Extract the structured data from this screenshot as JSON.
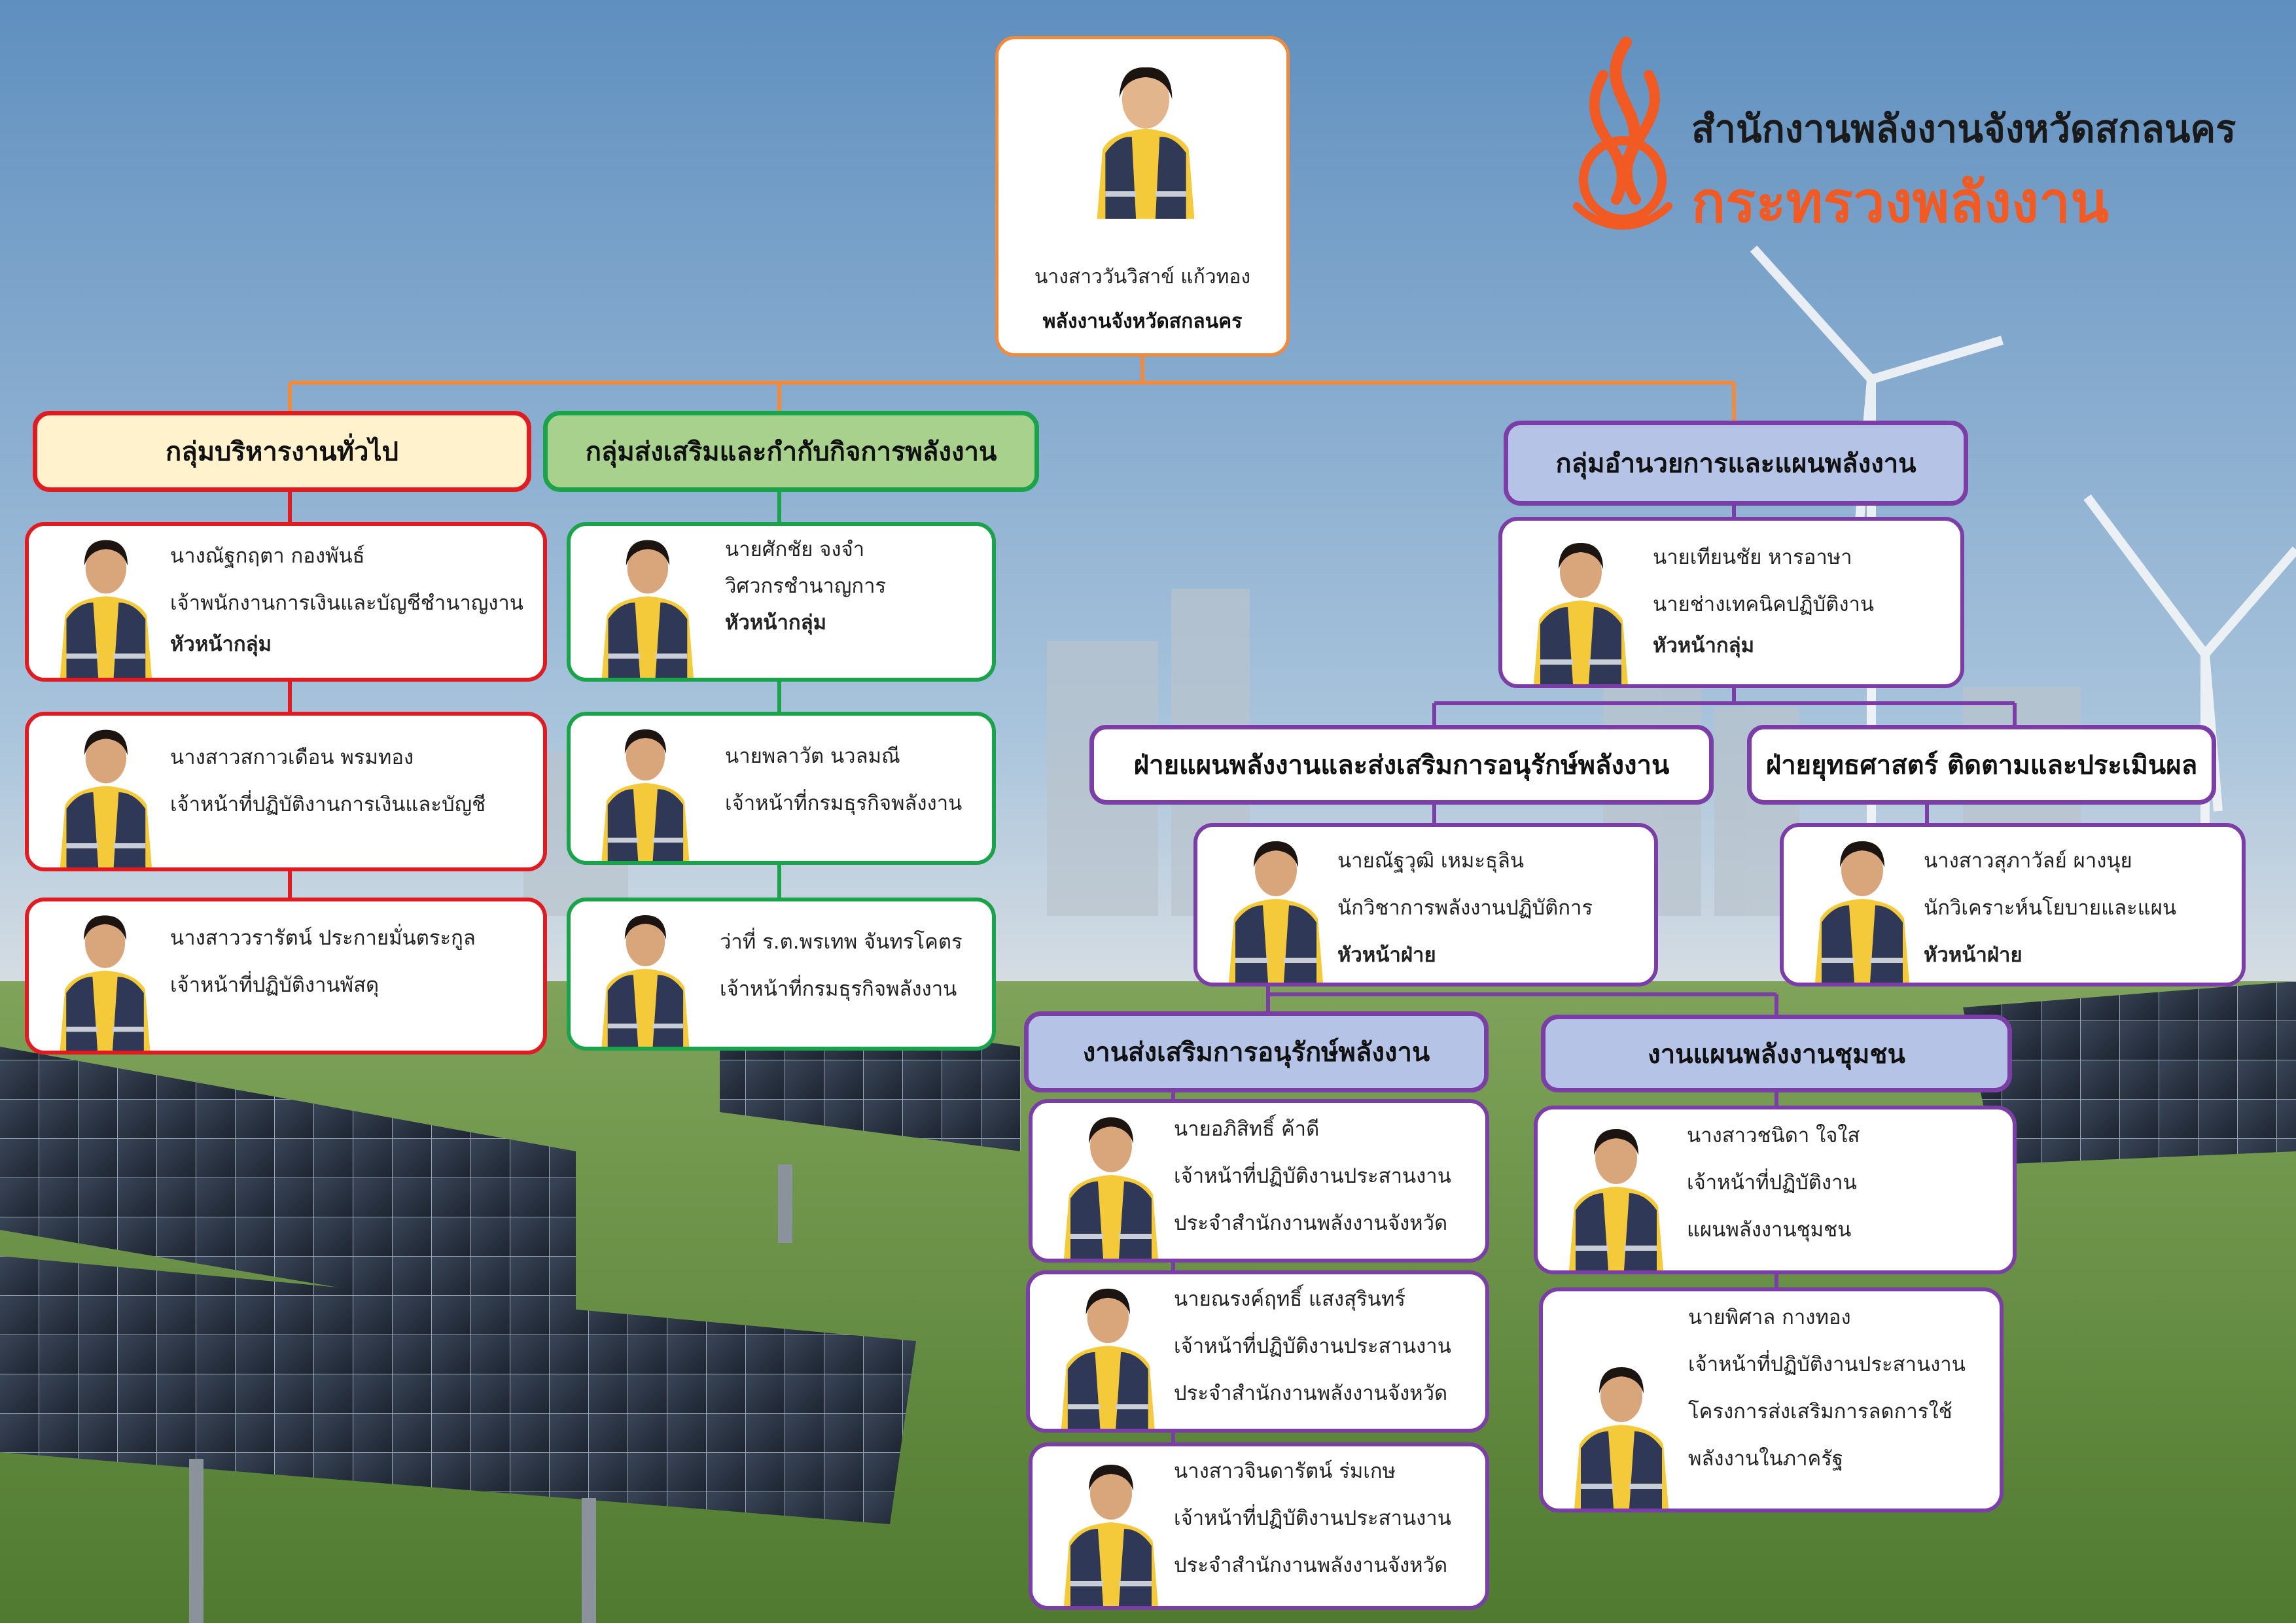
{
  "colors": {
    "accent_orange": "#f08a3c",
    "red_group": "#e01b22",
    "green_group": "#1aa34a",
    "purple_group": "#7b3ea6",
    "fill_yellow": "#fff2cc",
    "fill_green": "#a9d18e",
    "fill_lavender": "#b4c3e6"
  },
  "logo": {
    "title": "สำนักงานพลังงานจังหวัดสกลนคร",
    "subtitle": "กระทรวงพลังงาน",
    "icon": "flame-emblem-icon"
  },
  "head": {
    "name": "นางสาววันวิสาข์ แก้วทอง",
    "position": "พลังงานจังหวัดสกลนคร"
  },
  "groups": {
    "admin": {
      "title": "กลุ่มบริหารงานทั่วไป",
      "members": [
        {
          "name": "นางณัฐกฤตา กองพันธ์",
          "position": "เจ้าพนักงานการเงินและบัญชีชำนาญงาน",
          "role": "หัวหน้ากลุ่ม"
        },
        {
          "name": "นางสาวสกาวเดือน พรมทอง",
          "position": "เจ้าหน้าที่ปฏิบัติงานการเงินและบัญชี"
        },
        {
          "name": "นางสาววรารัตน์ ประกายมั่นตระกูล",
          "position": "เจ้าหน้าที่ปฏิบัติงานพัสดุ"
        }
      ]
    },
    "promotion": {
      "title": "กลุ่มส่งเสริมและกำกับกิจการพลังงาน",
      "members": [
        {
          "name": "นายศักชัย จงจำ",
          "position": "วิศวกรชำนาญการ",
          "role": "หัวหน้ากลุ่ม"
        },
        {
          "name": "นายพลาวัต นวลมณี",
          "position": "เจ้าหน้าที่กรมธุรกิจพลังงาน"
        },
        {
          "name": "ว่าที่ ร.ต.พรเทพ จันทรโคตร",
          "position": "เจ้าหน้าที่กรมธุรกิจพลังงาน"
        }
      ]
    },
    "planning": {
      "title": "กลุ่มอำนวยการและแผนพลังงาน",
      "head": {
        "name": "นายเทียนชัย หารอาษา",
        "position": "นายช่างเทคนิคปฏิบัติงาน",
        "role": "หัวหน้ากลุ่ม"
      },
      "divisions": {
        "plan_div": {
          "title": "ฝ่ายแผนพลังงานและส่งเสริมการอนุรักษ์พลังงาน",
          "head": {
            "name": "นายณัฐวุฒิ เหมะธุลิน",
            "position": "นักวิชาการพลังงานปฏิบัติการ",
            "role": "หัวหน้าฝ่าย"
          },
          "units": {
            "conserve": {
              "title": "งานส่งเสริมการอนุรักษ์พลังงาน",
              "members": [
                {
                  "name": "นายอภิสิทธิ์ ค้าดี",
                  "line1": "เจ้าหน้าที่ปฏิบัติงานประสานงาน",
                  "line2": "ประจำสำนักงานพลังงานจังหวัด"
                },
                {
                  "name": "นายณรงค์ฤทธิ์ แสงสุรินทร์",
                  "line1": "เจ้าหน้าที่ปฏิบัติงานประสานงาน",
                  "line2": "ประจำสำนักงานพลังงานจังหวัด"
                },
                {
                  "name": "นางสาวจินดารัตน์ ร่มเกษ",
                  "line1": "เจ้าหน้าที่ปฏิบัติงานประสานงาน",
                  "line2": "ประจำสำนักงานพลังงานจังหวัด"
                }
              ]
            },
            "community": {
              "title": "งานแผนพลังงานชุมชน",
              "members": [
                {
                  "name": "นางสาวชนิดา ใจใส",
                  "line1": "เจ้าหน้าที่ปฏิบัติงาน",
                  "line2": "แผนพลังงานชุมชน"
                },
                {
                  "name": "นายพิศาล กางทอง",
                  "line1": "เจ้าหน้าที่ปฏิบัติงานประสานงาน",
                  "line2": "โครงการส่งเสริมการลดการใช้",
                  "line3": "พลังงานในภาครัฐ"
                }
              ]
            }
          }
        },
        "strategy_div": {
          "title": "ฝ่ายยุทธศาสตร์ ติดตามและประเมินผล",
          "head": {
            "name": "นางสาวสุภาวัลย์ ผางนุย",
            "position": "นักวิเคราะห์นโยบายและแผน",
            "role": "หัวหน้าฝ่าย"
          }
        }
      }
    }
  }
}
